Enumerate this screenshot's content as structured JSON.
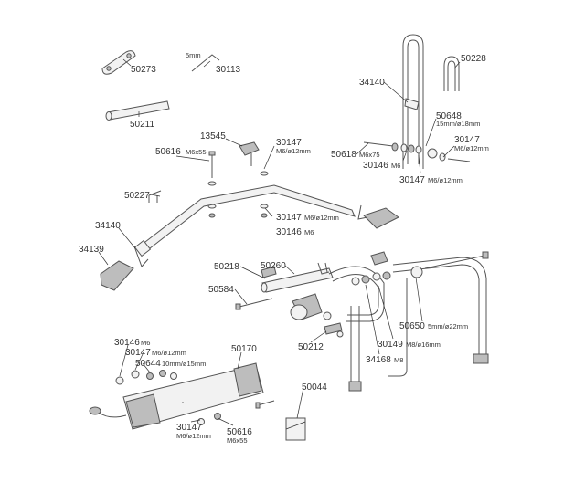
{
  "labels": {
    "p50273": "50273",
    "p30113": "30113",
    "p30113_size": "5mm",
    "p50211": "50211",
    "p13545": "13545",
    "p50616a": "50616",
    "p50616a_size": "M6x55",
    "p30147a": "30147",
    "p30147a_size": "M6/ø12mm",
    "p50227": "50227",
    "p30147b": "30147",
    "p30147b_size": "M6/ø12mm",
    "p30146a": "30146",
    "p30146a_size": "M6",
    "p34140a": "34140",
    "p34139": "34139",
    "p34140b": "34140",
    "p50228": "50228",
    "p50648": "50648",
    "p50648_size": "15mm/ø18mm",
    "p30147c": "30147",
    "p30147c_size": "M6/ø12mm",
    "p50618": "50618",
    "p50618_size": "M6x75",
    "p30146b": "30146",
    "p30146b_size": "M6",
    "p30147d": "30147",
    "p30147d_size": "M6/ø12mm",
    "p50218": "50218",
    "p50260": "50260",
    "p50584": "50584",
    "p50650": "50650",
    "p50650_size": "5mm/ø22mm",
    "p50212": "50212",
    "p30149": "30149",
    "p30149_size": "M8/ø16mm",
    "p34168": "34168",
    "p34168_size": "M8",
    "p30146c": "30146",
    "p30146c_size": "M6",
    "p30147e": "30147",
    "p30147e_size": "M6/ø12mm",
    "p50644": "50644",
    "p50644_size": "10mm/ø15mm",
    "p50170": "50170",
    "p50044": "50044",
    "p30147f": "30147",
    "p30147f_size": "M6/ø12mm",
    "p50616b": "50616",
    "p50616b_size": "M6x55"
  }
}
